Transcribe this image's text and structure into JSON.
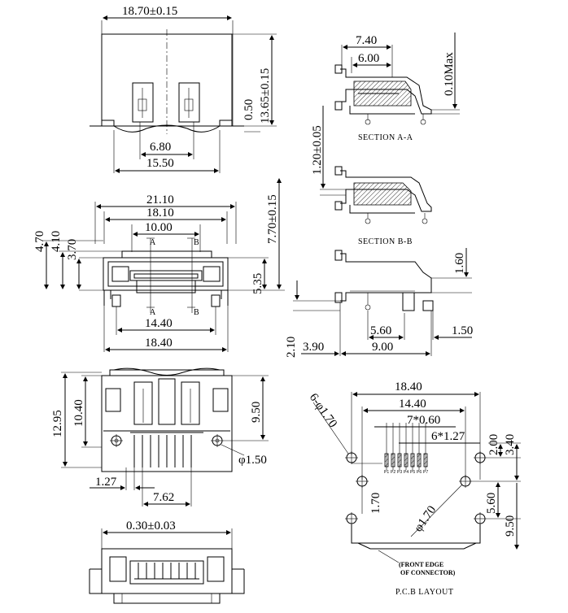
{
  "top_view": {
    "width": "18.70±0.15",
    "height": "13.65±0.15",
    "tab_offset": "0.50",
    "slot_pitch": "6.80",
    "base_width": "15.50"
  },
  "front_view": {
    "outer_width": "21.10",
    "inner_width": "18.10",
    "opening_width": "10.00",
    "label_a": "A",
    "label_b": "B",
    "h1": "4.70",
    "h2": "4.10",
    "h3": "3.70",
    "opening_height": "5.35",
    "total_height": "7.70±0.15",
    "pin_span": "14.40",
    "base_width": "18.40"
  },
  "section_aa": {
    "w1": "7.40",
    "w2": "6.00",
    "max": "0.10Max",
    "caption": "SECTION A-A"
  },
  "section_bb": {
    "height": "1.20±0.05",
    "caption": "SECTION B-B"
  },
  "side_view": {
    "h_right": "1.60",
    "h_left": "2.10",
    "w_560": "5.60",
    "w_150": "1.50",
    "w_390": "3.90",
    "w_900": "9.00"
  },
  "bottom_view": {
    "h_total": "12.95",
    "h_body": "10.40",
    "h_right": "9.50",
    "hole_dia": "φ1.50",
    "pitch": "1.27",
    "span": "7.62"
  },
  "end_view": {
    "thickness": "0.30±0.03"
  },
  "pcb_layout": {
    "w_1840": "18.40",
    "w_1440": "14.40",
    "pads_a": "7*0.60",
    "pads_b": "6*1.27",
    "holes": "6-φ1.70",
    "hole_dia2": "φ1.70",
    "v_170": "1.70",
    "v_200": "2.00",
    "v_340": "3.40",
    "v_560": "5.60",
    "v_950": "9.50",
    "pin_labels": [
      "P1",
      "P2",
      "P3",
      "P4",
      "P5",
      "P6",
      "P7"
    ],
    "front_edge_1": "(FRONT EDGE",
    "front_edge_2": "OF CONNECTOR)",
    "caption": "P.C.B LAYOUT"
  }
}
